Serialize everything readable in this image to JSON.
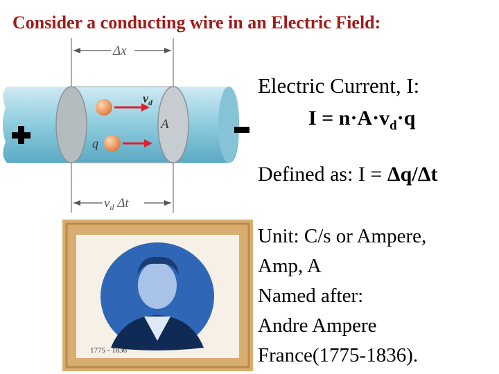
{
  "title": "Consider a conducting wire in an Electric Field:",
  "figure": {
    "delta_x_label": "Δx",
    "vd_label": "v",
    "vd_subscript": "d",
    "area_label": "A",
    "charge_label": "q",
    "bottom_label": "v",
    "bottom_subscript": "d",
    "bottom_suffix": " Δt",
    "plus_sign": "+",
    "minus_sign": "−"
  },
  "current": {
    "heading": "Electric Current, I:",
    "formula_prefix": "I = n·A·v",
    "formula_subscript": "d",
    "formula_suffix": "·q"
  },
  "definition": {
    "prefix": "Defined as: I = ",
    "delta_q": "Δq/Δt"
  },
  "unit": {
    "line1": "Unit: C/s or Ampere,",
    "line2": "Amp, A",
    "line3": "Named after:",
    "line4": "Andre Ampere",
    "line5": "France(1775-1836)."
  },
  "portrait": {
    "years": "1775 - 1836"
  },
  "colors": {
    "title": "#a11c1c",
    "wire": "#93cfe0",
    "arrow": "#e02030",
    "charge": "#f19a5a",
    "frame": "#d8ad70",
    "portrait_bg": "#2f67b6"
  }
}
